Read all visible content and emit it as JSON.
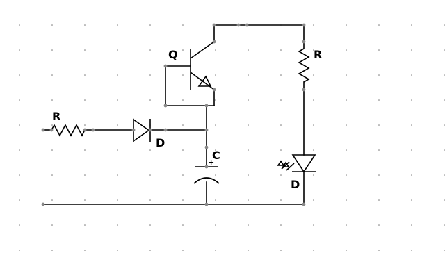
{
  "labels": {
    "input_resistor": "R",
    "transistor": "Q",
    "collector_resistor": "R",
    "diode": "D",
    "capacitor": "C",
    "capacitor_polarity": "+",
    "led": "D"
  },
  "colors": {
    "wire": "#000000",
    "node": "#888888",
    "grid": "#777777",
    "background": "#ffffff"
  },
  "icons": {
    "input_resistor": "resistor-icon",
    "transistor": "npn-transistor-icon",
    "collector_resistor": "resistor-icon",
    "diode": "diode-icon",
    "capacitor": "polarized-capacitor-icon",
    "led": "led-icon"
  }
}
